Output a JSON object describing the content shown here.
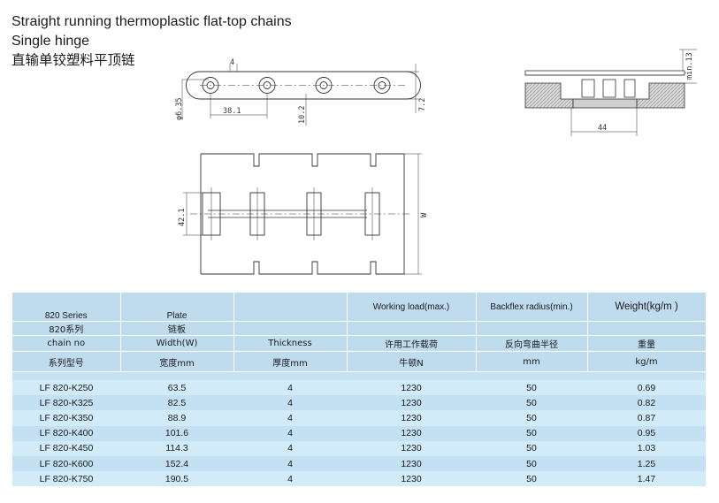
{
  "titles": {
    "line1": "Straight running thermoplastic flat-top chains",
    "line2": "Single hinge",
    "line3": "直输单铰塑料平顶链"
  },
  "drawings": {
    "side_view": {
      "pitch_label": "38.1",
      "pin_dia_label": "φ6.35",
      "height_label": "10.2",
      "total_label": "7.2",
      "small_label": "4"
    },
    "top_view": {
      "width_label": "42.1",
      "w_label": "W"
    },
    "section_view": {
      "min_label": "min.13",
      "width_label": "44"
    }
  },
  "table": {
    "header": {
      "row1": [
        "820 Series",
        "Plate",
        "",
        "Working load(max.)",
        "Backflex radius(min.)",
        "Weight(kg/m )"
      ],
      "row2": [
        "820系列",
        "链板",
        "",
        "",
        "",
        ""
      ],
      "row3": [
        "chain no",
        "Width(W)",
        "Thickness",
        "许用工作载荷",
        "反向弯曲半径",
        "重量"
      ],
      "row4": [
        "系列型号",
        "宽度mm",
        "厚度mm",
        "牛顿N",
        "mm",
        "kg/m"
      ]
    },
    "rows": [
      [
        "LF 820-K250",
        "63.5",
        "4",
        "1230",
        "50",
        "0.69"
      ],
      [
        "LF 820-K325",
        "82.5",
        "4",
        "1230",
        "50",
        "0.82"
      ],
      [
        "LF 820-K350",
        "88.9",
        "4",
        "1230",
        "50",
        "0.87"
      ],
      [
        "LF 820-K400",
        "101.6",
        "4",
        "1230",
        "50",
        "0.95"
      ],
      [
        "LF 820-K450",
        "114.3",
        "4",
        "1230",
        "50",
        "1.03"
      ],
      [
        "LF 820-K600",
        "152.4",
        "4",
        "1230",
        "50",
        "1.25"
      ],
      [
        "LF 820-K750",
        "190.5",
        "4",
        "1230",
        "50",
        "1.47"
      ]
    ]
  }
}
